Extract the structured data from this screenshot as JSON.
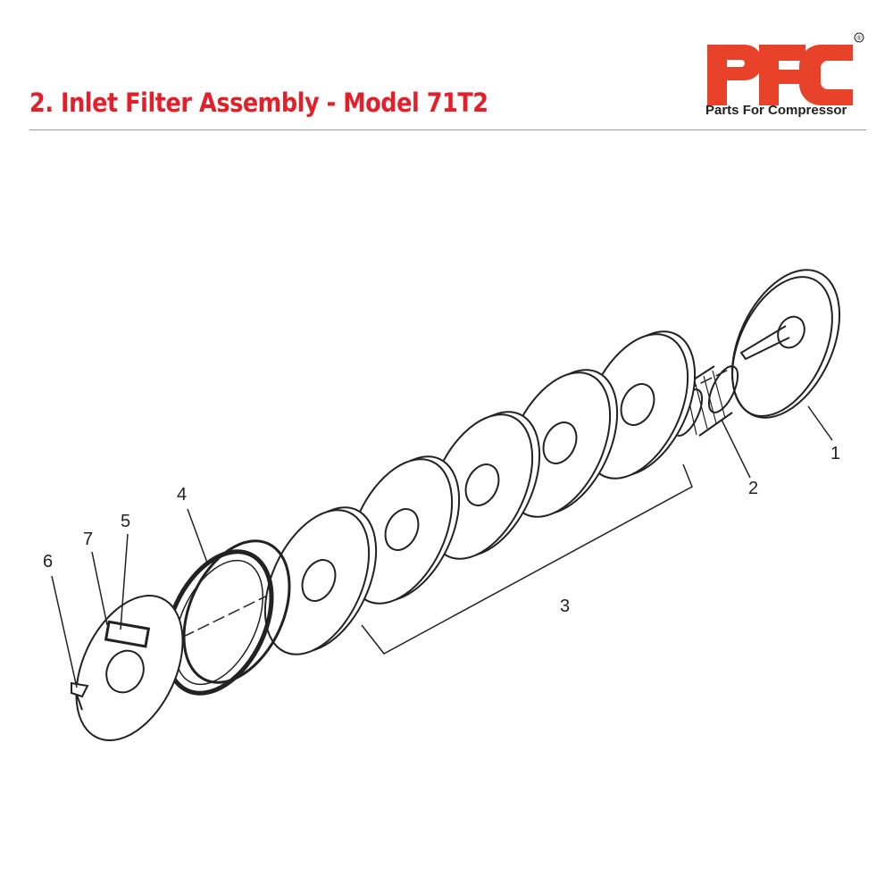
{
  "header": {
    "title": "2. Inlet Filter Assembly - Model 71T2"
  },
  "logo": {
    "mark": "PFC",
    "registered": "®",
    "tagline": "Parts For Compressor",
    "color": "#e8432a"
  },
  "diagram": {
    "callouts": [
      "1",
      "2",
      "3",
      "4",
      "5",
      "6",
      "7"
    ]
  }
}
